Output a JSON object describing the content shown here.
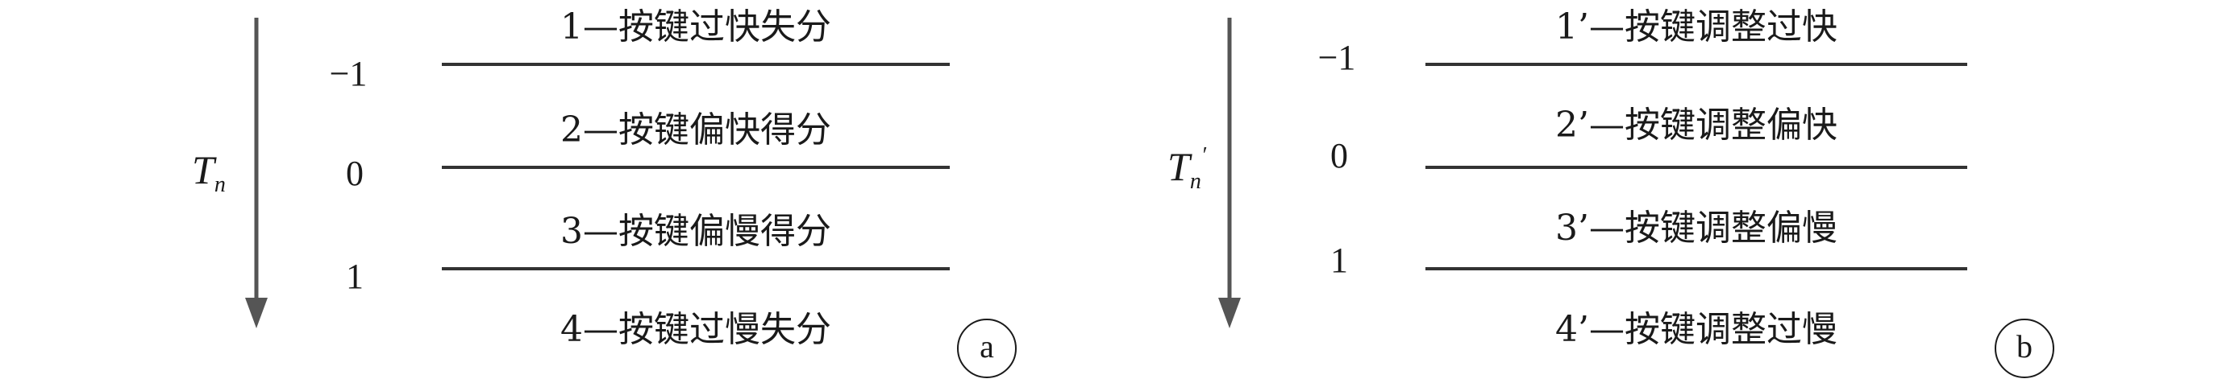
{
  "panel_a": {
    "axis_variable": "T",
    "axis_subscript": "n",
    "levels": [
      "−1",
      "0",
      "1"
    ],
    "regions": [
      "1—按键过快失分",
      "2—按键偏快得分",
      "3—按键偏慢得分",
      "4—按键过慢失分"
    ],
    "badge": "a"
  },
  "panel_b": {
    "axis_variable": "T",
    "axis_subscript": "n",
    "axis_prime": "′",
    "levels": [
      "−1",
      "0",
      "1"
    ],
    "regions": [
      "1’—按键调整过快",
      "2’—按键调整偏快",
      "3’—按键调整偏慢",
      "4’—按键调整过慢"
    ],
    "badge": "b"
  },
  "colors": {
    "arrow": "#555555",
    "line": "#333333",
    "text": "#1a1a1a"
  }
}
